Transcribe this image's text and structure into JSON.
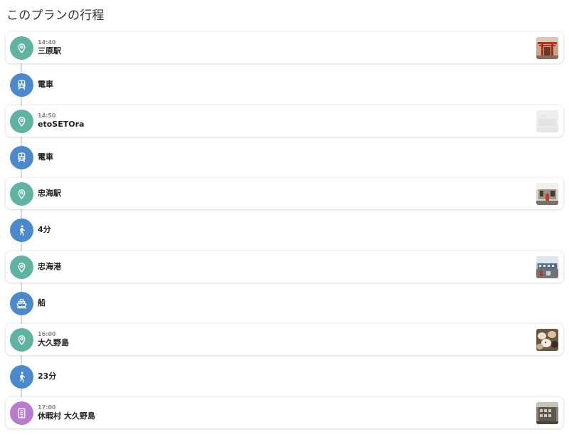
{
  "title": "このプランの行程",
  "colors": {
    "spot": "#5fb3a3",
    "transport": "#4a89cc",
    "hotel": "#b77bd0"
  },
  "steps": [
    {
      "kind": "spot",
      "time": "14:40",
      "name": "三原駅",
      "icon": "map-pin-icon",
      "thumb": "torii-photo"
    },
    {
      "kind": "transport",
      "name": "電車",
      "icon": "train-icon"
    },
    {
      "kind": "spot",
      "time": "14:50",
      "name": "etoSETOra",
      "icon": "map-pin-icon",
      "thumb": "faded-photo"
    },
    {
      "kind": "transport",
      "name": "電車",
      "icon": "train-icon"
    },
    {
      "kind": "spot",
      "time": "",
      "name": "忠海駅",
      "icon": "map-pin-icon",
      "thumb": "station-photo"
    },
    {
      "kind": "transport",
      "name": "4分",
      "icon": "walking-icon"
    },
    {
      "kind": "spot",
      "time": "",
      "name": "忠海港",
      "icon": "map-pin-icon",
      "thumb": "port-photo"
    },
    {
      "kind": "transport",
      "name": "船",
      "icon": "ship-icon"
    },
    {
      "kind": "spot",
      "time": "16:00",
      "name": "大久野島",
      "icon": "map-pin-icon",
      "thumb": "rabbits-photo"
    },
    {
      "kind": "transport",
      "name": "23分",
      "icon": "walking-icon"
    },
    {
      "kind": "hotel",
      "time": "17:00",
      "name": "休暇村 大久野島",
      "icon": "building-icon",
      "thumb": "hotel-photo"
    }
  ]
}
